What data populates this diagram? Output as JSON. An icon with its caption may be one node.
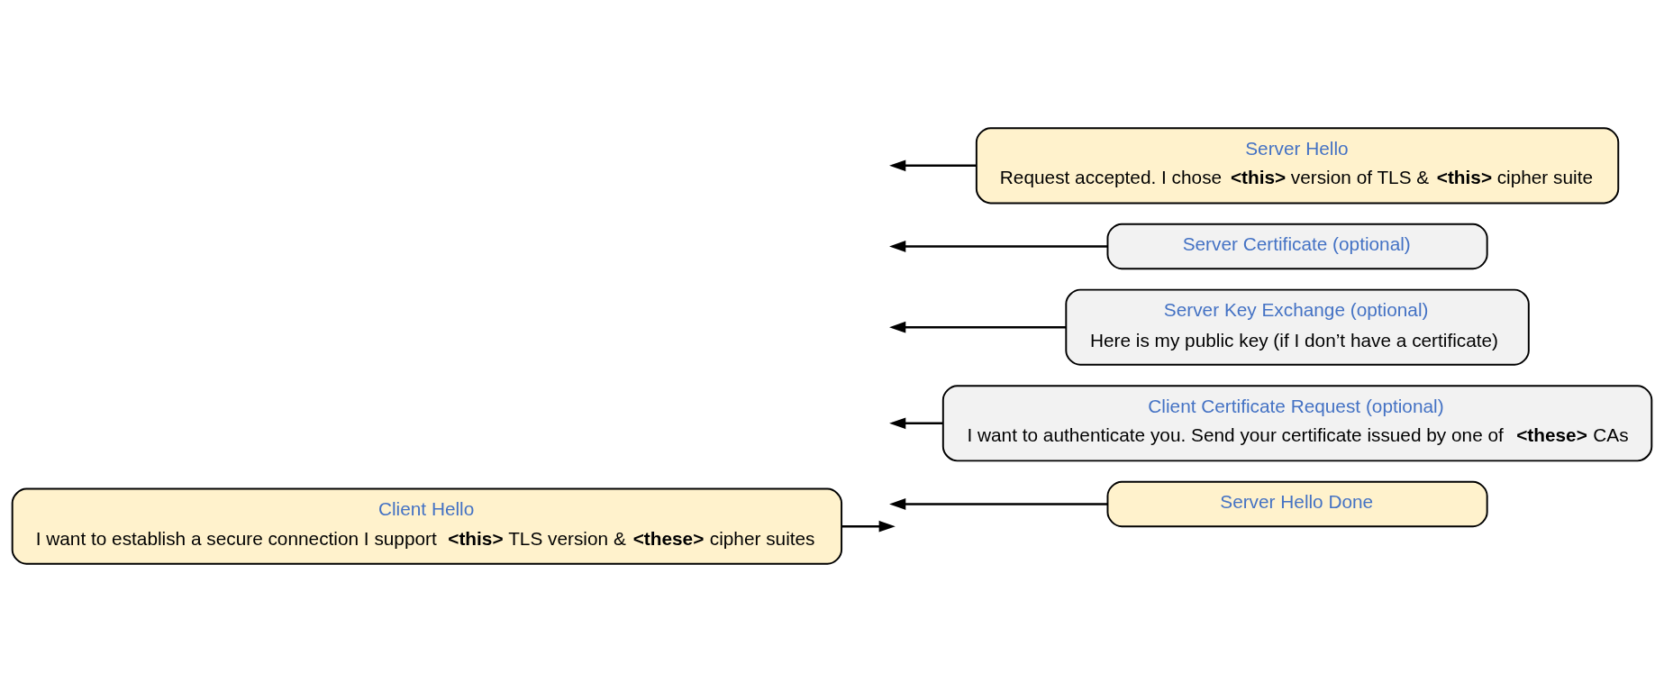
{
  "diagram": {
    "nodes": [
      {
        "text": [
          "Client Hello",
          "I want to establish a secure connection I support **<this>** TLS version & **<these>** cipher suites"
        ]
      },
      {
        "text": [
          "Server Hello",
          "Request accepted. I chose **<this>** version of TLS & **<this>** cipher suite"
        ]
      },
      {
        "text": [
          "Server Certificate (optional)"
        ]
      },
      {
        "text": [
          "Server Key Exchange (optional)",
          "Here is my public key (if I don’t have a certificate)"
        ]
      },
      {
        "text": [
          "Client Certificate Request (optional)",
          "I want to authenticate you. Send your certificate issued by one of **<these>** CAs"
        ]
      },
      {
        "text": [
          "Server Hello Done"
        ]
      }
    ],
    "edges": [
      {
        "from": 0,
        "to": null,
        "arrow": "to"
      },
      {
        "from": 1,
        "to": null,
        "arrow": "to"
      },
      {
        "from": 2,
        "to": null,
        "arrow": "to"
      },
      {
        "from": 3,
        "to": null,
        "arrow": "to"
      },
      {
        "from": 4,
        "to": null,
        "arrow": "to"
      },
      {
        "from": 5,
        "to": null,
        "arrow": "to"
      }
    ]
  }
}
